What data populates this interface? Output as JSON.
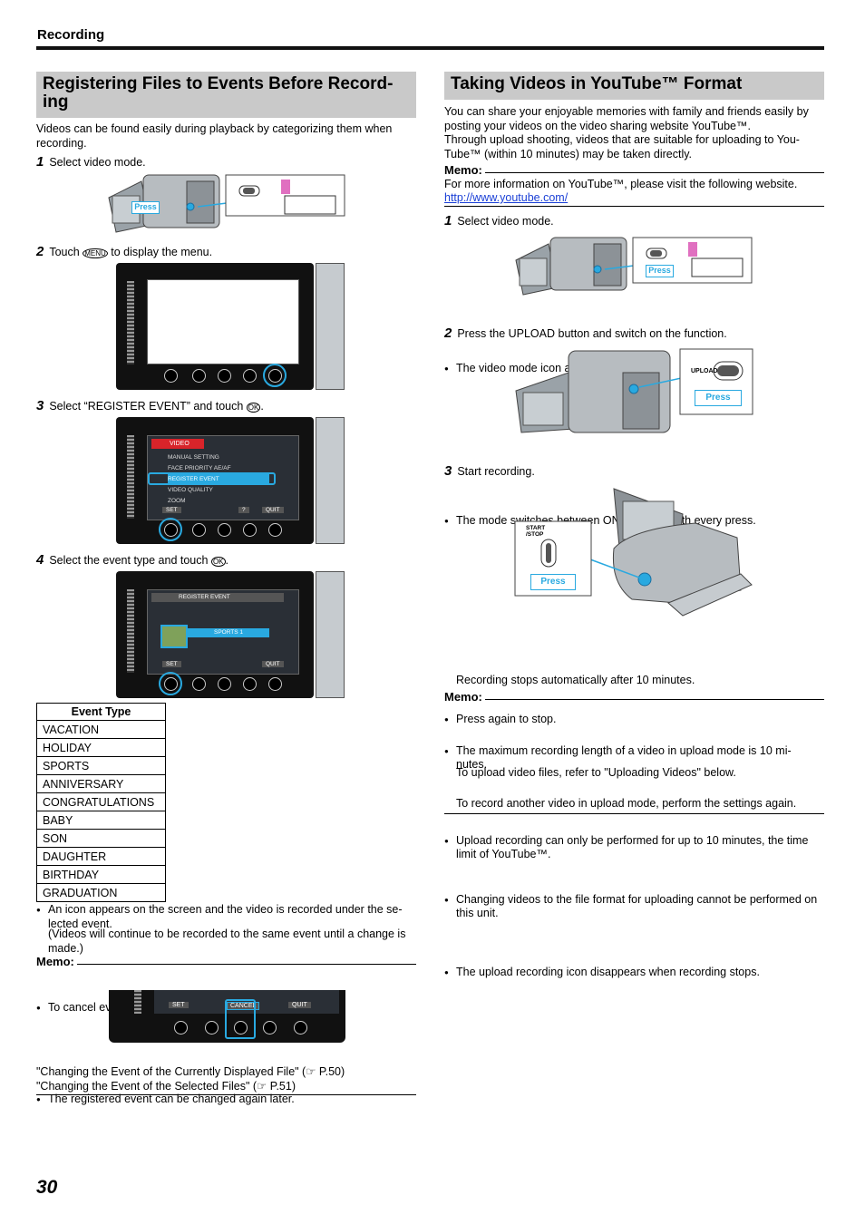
{
  "header": {
    "section": "Recording"
  },
  "left": {
    "title": "Registering Files to Events Before Record-\ning",
    "intro": "Videos can be found easily during playback by categorizing them when recording.",
    "step1": {
      "num": "1",
      "text": "Select video mode."
    },
    "step2": {
      "num": "2",
      "pre": "Touch ",
      "icon": "MENU",
      "post": " to display the menu."
    },
    "step3": {
      "num": "3",
      "pre": "Select “REGISTER EVENT” and touch ",
      "icon": "OK",
      "post": "."
    },
    "step4": {
      "num": "4",
      "pre": "Select the event type and touch ",
      "icon": "OK",
      "post": "."
    },
    "menu_screen": {
      "header": "VIDEO",
      "items": [
        "MANUAL SETTING",
        "FACE PRIORITY AE/AF",
        "REGISTER EVENT",
        "VIDEO QUALITY",
        "ZOOM"
      ],
      "set": "SET",
      "help": "?",
      "quit": "QUIT"
    },
    "event_screen": {
      "header": "REGISTER EVENT",
      "selected": "SPORTS 1",
      "set": "SET",
      "quit": "QUIT"
    },
    "cancel_screen": {
      "set": "SET",
      "cancel": "CANCEL",
      "quit": "QUIT"
    },
    "press_label": "Press",
    "table": {
      "header": "Event Type",
      "rows": [
        "VACATION",
        "HOLIDAY",
        "SPORTS",
        "ANNIVERSARY",
        "CONGRATULATIONS",
        "BABY",
        "SON",
        "DAUGHTER",
        "BIRTHDAY",
        "GRADUATION"
      ]
    },
    "note1": "An icon appears on the screen and the video is recorded under the se-\nlected event.",
    "note1b": "(Videos will continue to be recorded to the same event until a change is made.)",
    "memo_label": "Memo:",
    "memo1": "To cancel event registration, touch “CANCEL” in step 4.",
    "note2": "The registered event can be changed again later.",
    "ref1": "\"Changing the Event of the Currently Displayed File\"  (☞ P.50)",
    "ref2": "\"Changing the Event of the Selected Files\"  (☞ P.51)"
  },
  "right": {
    "title": "Taking Videos in YouTube™ Format",
    "intro1": "You can share your enjoyable memories with family and friends easily by posting your videos on the video sharing website YouTube™.",
    "intro2": "Through upload shooting, videos that are suitable for uploading to You-Tube™ (within 10 minutes) may be taken directly.",
    "memo_label": "Memo:",
    "memo_text": "For more information on YouTube™, please visit the following website.",
    "link": "http://www.youtube.com/",
    "step1": {
      "num": "1",
      "text": "Select video mode."
    },
    "b1": "The video mode icon appears.",
    "step2": {
      "num": "2",
      "text": "Press the UPLOAD button and switch on the function."
    },
    "upload_label": "UPLOAD",
    "b2": "The mode switches between ON and OFF with every press.",
    "step3": {
      "num": "3",
      "text": "Start recording."
    },
    "startstop_label": "START\n/STOP",
    "press_label": "Press",
    "b3": "Press again to stop.",
    "b4": "The maximum recording length of a video in upload mode is 10 mi-\nnutes.",
    "b4b": "Recording stops automatically after 10 minutes.",
    "memo2_label": "Memo:",
    "m1": "Upload recording can only be performed for up to 10 minutes, the time limit of YouTube™.",
    "m2": "Changing videos to the file format for uploading cannot be performed on this unit.",
    "m2b": "To upload video files, refer to \"Uploading Videos\" below.",
    "m3": "The upload recording icon disappears when recording stops.",
    "m3b": "To record another video in upload mode, perform the settings again."
  },
  "footer": {
    "page_number": "30"
  }
}
